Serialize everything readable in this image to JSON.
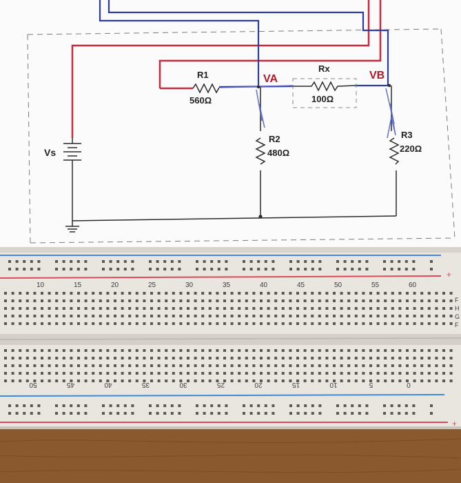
{
  "schematic": {
    "source_label": "Vs",
    "r1": {
      "name": "R1",
      "value": "560Ω"
    },
    "r2": {
      "name": "R2",
      "value": "480Ω"
    },
    "r3": {
      "name": "R3",
      "value": "220Ω"
    },
    "rx": {
      "name": "Rx",
      "value": "100Ω"
    },
    "node_a": "VA",
    "node_b": "VB"
  },
  "breadboard": {
    "top_numbers": [
      "10",
      "15",
      "20",
      "25",
      "30",
      "35",
      "40",
      "45",
      "50",
      "55",
      "60"
    ],
    "bottom_numbers": [
      "50",
      "45",
      "40",
      "35",
      "30",
      "25",
      "20",
      "15",
      "10",
      "5",
      "0"
    ],
    "right_letters": [
      "F",
      "H",
      "G",
      "F"
    ],
    "rail_plus": "+",
    "rail_minus": "−"
  },
  "colors": {
    "paper": "#fbfbfb",
    "wire_red": "#c8283c",
    "wire_blue": "#2c3c9c",
    "pen_blue": "#5a66c8",
    "node_label": "#b01828",
    "breadboard_body": "#e9e6e0",
    "rail_red": "#d84a5a",
    "rail_blue": "#3c8ad8",
    "wood": "#8a5a2e"
  }
}
